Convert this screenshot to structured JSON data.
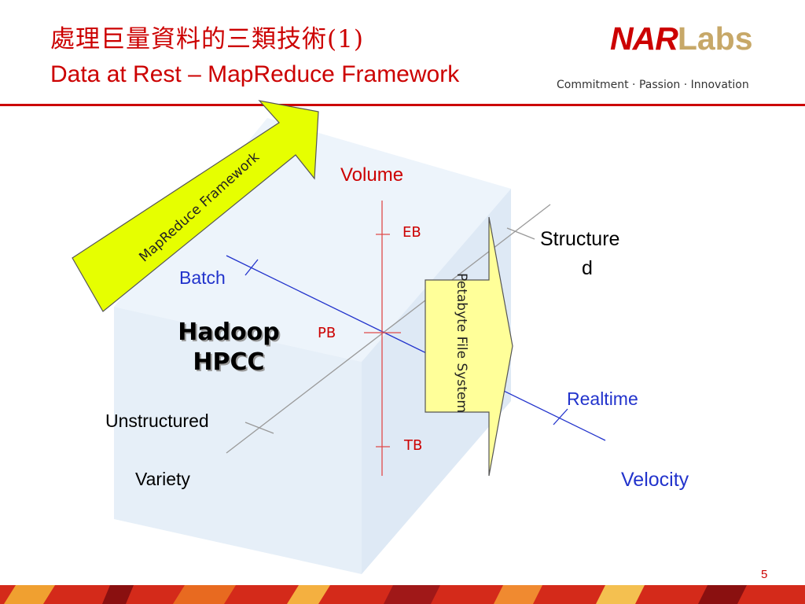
{
  "header": {
    "title_zh": "處理巨量資料的三類技術(1)",
    "title_en": "Data at Rest – MapReduce Framework",
    "logo_nar": "NAR",
    "logo_labs": "Labs",
    "tagline": "Commitment · Passion · Innovation"
  },
  "diagram": {
    "volume": "Volume",
    "eb": "EB",
    "pb": "PB",
    "tb": "TB",
    "batch": "Batch",
    "realtime": "Realtime",
    "velocity": "Velocity",
    "structured_line1": "Structure",
    "structured_line2": "d",
    "unstructured": "Unstructured",
    "variety": "Variety",
    "hadoop": "Hadoop",
    "hpcc": "HPCC",
    "mapreduce_arrow": "MapReduce Framework",
    "pfs_arrow": "Petabyte File System"
  },
  "footer": {
    "page_number": "5"
  },
  "colors": {
    "accent_red": "#cc0000",
    "blue": "#2233cc",
    "gold": "#c7a868",
    "arrow_yellow": "#e6ff00",
    "pfs_yellow": "#ffff99"
  }
}
